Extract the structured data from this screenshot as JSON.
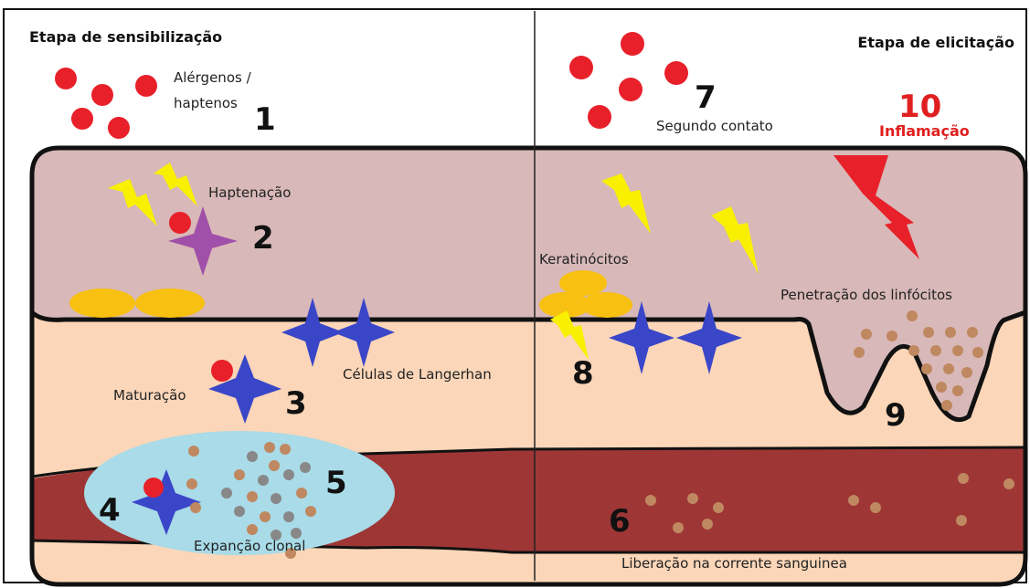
{
  "titles": {
    "left": "Etapa de sensibilização",
    "right": "Etapa de elicitação"
  },
  "labels": {
    "allergens_line1": "Alérgenos /",
    "allergens_line2": "haptenos",
    "haptenation": "Haptenação",
    "maturation": "Maturação",
    "langerhans": "Células de Langerhan",
    "clonal_expansion": "Expanção clonal",
    "second_contact": "Segundo contato",
    "keratinocytes": "Keratinócitos",
    "lymphocyte_penetration": "Penetração dos linfócitos",
    "bloodstream_release": "Liberação na corrente sanguinea",
    "inflammation": "Inflamação"
  },
  "steps": {
    "s1": "1",
    "s2": "2",
    "s3": "3",
    "s4": "4",
    "s5": "5",
    "s6": "6",
    "s7": "7",
    "s8": "8",
    "s9": "9",
    "s10": "10"
  },
  "colors": {
    "epidermis": "#d8b8b8",
    "dermis": "#fbd6b8",
    "blood_vessel": "#9e3636",
    "lymph_node": "#a9dbe8",
    "allergen": "#e8202a",
    "langerhans_cell": "#3a46c8",
    "haptenated_cell": "#a050a8",
    "keratinocyte": "#f8c010",
    "lightning": "#f8f000",
    "inflammation_bolt": "#e8202a",
    "lymphocyte": "#c08860",
    "memory_cell": "#888888",
    "outline": "#111111"
  }
}
